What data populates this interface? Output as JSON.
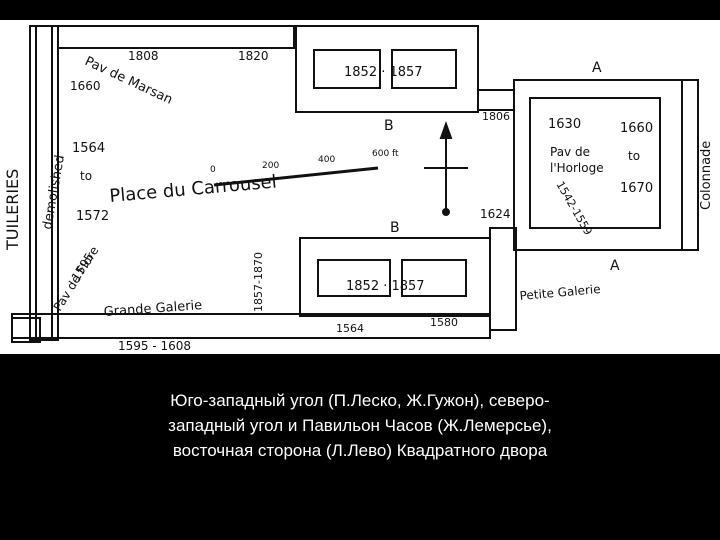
{
  "plan": {
    "labels": {
      "tuileries": "TUILERIES",
      "demolished": "demolished",
      "pav_marsan": "Pav de Marsan",
      "place": "Place du Carrousel",
      "grande_galerie": "Grande Galerie",
      "pav_flore": "Pav de Flore",
      "pav_horloge_1": "Pav de",
      "pav_horloge_2": "l'Horloge",
      "petite_galerie": "Petite Galerie",
      "colonnade": "Colonnade",
      "a_top": "A",
      "a_bottom": "A",
      "b_top": "B",
      "b_bottom": "B",
      "to_left": "to",
      "to_right": "to"
    },
    "dates": {
      "d1808": "1808",
      "d1820": "1820",
      "d1660": "1660",
      "d1852_1857_top": "1852 · 1857",
      "d1806": "1806",
      "d1630": "1630",
      "d1660_right": "1660",
      "d1564": "1564",
      "d1572": "1572",
      "d1624": "1624",
      "d1670": "1670",
      "d1542_1559": "1542-1559",
      "d1857_1870": "1857-1870",
      "d1852_1857_bottom": "1852 · 1857",
      "d1595": "1595",
      "d1564_bottom": "1564",
      "d1580": "1580",
      "d1595_1608": "1595 - 1608"
    },
    "scale": [
      "0",
      "200",
      "400",
      "600 ft"
    ]
  },
  "caption": {
    "line1": "Юго-западный угол (П.Леско, Ж.Гужон), северо-",
    "line2": "западный угол и Павильон Часов (Ж.Лемерсье),",
    "line3": "восточная сторона (Л.Лево) Квадратного двора"
  }
}
